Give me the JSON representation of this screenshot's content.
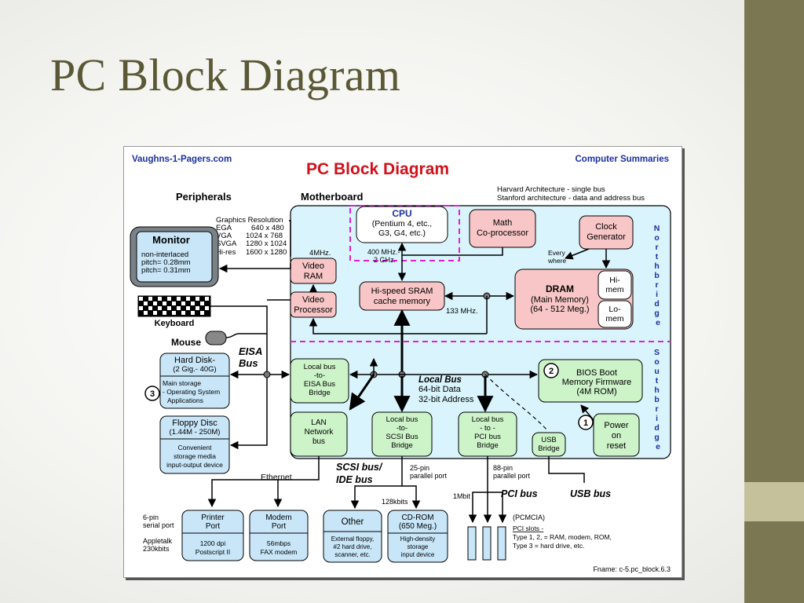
{
  "slide": {
    "title": "PC Block Diagram"
  },
  "diagram": {
    "header_left": "Vaughns-1-Pagers.com",
    "header_right": "Computer Summaries",
    "title": "PC  Block Diagram",
    "arch_line1": "Harvard Architecture - single bus",
    "arch_line2": "Stanford architecture - data and address bus",
    "peripherals_label": "Peripherals",
    "motherboard_label": "Motherboard",
    "graphics": {
      "heading": "Graphics Resolution",
      "rows": [
        [
          "EGA",
          "640 x 480"
        ],
        [
          "VGA",
          "1024 x 768"
        ],
        [
          "SVGA",
          "1280 x 1024"
        ],
        [
          "Hi-res",
          "1600 x 1280"
        ]
      ]
    },
    "monitor": {
      "title": "Monitor",
      "line1": "non-interlaced",
      "line2": "pitch= 0.28mm",
      "line3": "pitch= 0.31mm"
    },
    "keyboard": "Keyboard",
    "mouse": "Mouse",
    "eisa_bus": [
      "EISA",
      "Bus"
    ],
    "hard_disk": {
      "title": "Hard Disk-",
      "size": "(2 Gig.- 40G)",
      "line1": "Main storage",
      "line2": "- Operating System",
      "line3": "Applications",
      "marker": "3"
    },
    "floppy": {
      "title": "Floppy Disc",
      "size": "(1.44M - 250M)",
      "line1": "Convenient",
      "line2": "storage media",
      "line3": "input-output device"
    },
    "cpu": {
      "title": "CPU",
      "line1": "(Pentium 4, etc.,",
      "line2": "G3, G4, etc.)"
    },
    "cpu_speed": [
      "400 MHz.-",
      "2 GHz."
    ],
    "math": [
      "Math",
      "Co-processor"
    ],
    "clock": [
      "Clock",
      "Generator"
    ],
    "every_where": [
      "Every",
      "where"
    ],
    "video_ram": [
      "Video",
      "RAM"
    ],
    "video_ram_speed": "4MHz.",
    "video_proc": [
      "Video",
      "Processor"
    ],
    "sram": [
      "Hi-speed SRAM",
      "cache memory"
    ],
    "sram_speed": "133 MHz.",
    "dram": {
      "title": "DRAM",
      "line1": "(Main Memory)",
      "line2": "(64 - 512 Meg.)",
      "hi": [
        "Hi-",
        "mem"
      ],
      "lo": [
        "Lo-",
        "mem"
      ]
    },
    "northbridge": [
      "N",
      "o",
      "r",
      "t",
      "h",
      "b",
      "r",
      "i",
      "d",
      "g",
      "e"
    ],
    "southbridge": [
      "S",
      "o",
      "u",
      "t",
      "h",
      "b",
      "r",
      "i",
      "d",
      "g",
      "e"
    ],
    "eisa_bridge": [
      "Local bus",
      "-to-",
      "EISA Bus",
      "Bridge"
    ],
    "local_bus": {
      "title": "Local Bus",
      "line1": "64-bit Data",
      "line2": "32-bit Address"
    },
    "bios": {
      "marker": "2",
      "line1": "BIOS Boot",
      "line2": "Memory Firmware",
      "line3": "(4M ROM)"
    },
    "power": {
      "marker": "1",
      "lines": [
        "Power",
        "on",
        "reset"
      ]
    },
    "lan": [
      "LAN",
      "Network",
      "bus"
    ],
    "scsi_bridge": [
      "Local bus",
      "-to-",
      "SCSI Bus",
      "Bridge"
    ],
    "pci_bridge": [
      "Local bus",
      "- to -",
      "PCI bus",
      "Bridge"
    ],
    "usb_bridge": [
      "USB",
      "Bridge"
    ],
    "ethernet": "Ethernet",
    "scsi_bus": [
      "SCSI bus/",
      "IDE bus"
    ],
    "scsi_port": [
      "25-pin",
      "parallel port"
    ],
    "pin88": [
      "88-pin",
      "parallel port"
    ],
    "kbits128": "128kbits",
    "mbit1": "1Mbit",
    "pci_bus": "PCI bus",
    "usb_bus": "USB bus",
    "serial": [
      "6-pin",
      "serial port"
    ],
    "appletalk": [
      "Appletalk",
      "230kbits"
    ],
    "printer": {
      "title": [
        "Printer",
        "Port"
      ],
      "detail": [
        "1200 dpi",
        "Postscript II"
      ]
    },
    "modem": {
      "title": [
        "Modem",
        "Port"
      ],
      "detail": [
        "56mbps",
        "FAX modem"
      ]
    },
    "other": {
      "title": "Other",
      "detail": [
        "External floppy,",
        "#2 hard drive,",
        "scanner, etc."
      ]
    },
    "cdrom": {
      "title": [
        "CD-ROM",
        "(650 Meg.)"
      ],
      "detail": [
        "High-density",
        "storage",
        "input device"
      ]
    },
    "pcmcia": "(PCMCIA)",
    "pci_slots": [
      "PCI slots -",
      "Type 1, 2, = RAM, modem, ROM,",
      "Type 3 = hard drive, etc."
    ],
    "fname": "Fname: c-5.pc_block.6.3"
  },
  "colors": {
    "slide_title": "#5a5835",
    "accent_bar": "#7a7752",
    "motherboard_fill": "#d9f4fc",
    "pink_box": "#f8c6c6",
    "green_box": "#cdf3c8",
    "blue_box": "#c8e6f8",
    "bus_divider": "#e020d8"
  }
}
